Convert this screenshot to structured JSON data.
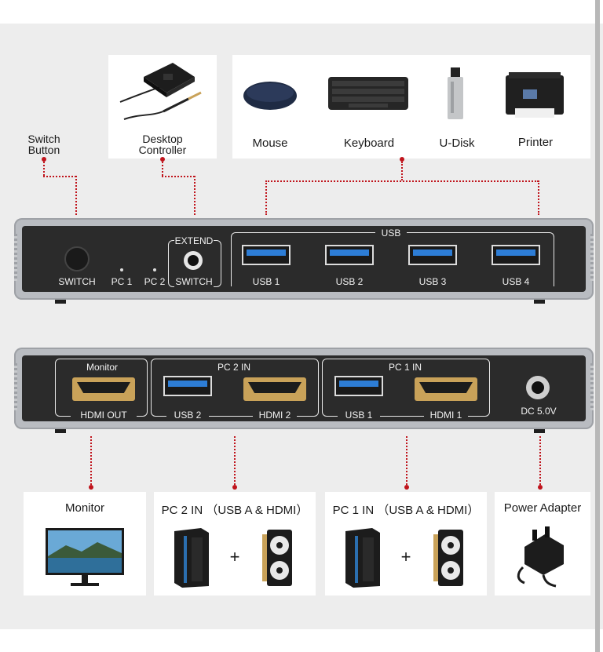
{
  "top_callouts": {
    "switch_button": "Switch\nButton",
    "desktop_controller": "Desktop\nController"
  },
  "peripherals": [
    "Mouse",
    "Keyboard",
    "U-Disk",
    "Printer"
  ],
  "front_panel": {
    "switch_label": "SWITCH",
    "pc1": "PC 1",
    "pc2": "PC 2",
    "extend": "EXTEND",
    "extend_switch": "SWITCH",
    "usb_group": "USB",
    "usb_ports": [
      "USB 1",
      "USB 2",
      "USB 3",
      "USB 4"
    ]
  },
  "rear_panel": {
    "monitor_label": "Monitor",
    "hdmi_out": "HDMI OUT",
    "pc2_in": "PC 2 IN",
    "pc2_usb": "USB 2",
    "pc2_hdmi": "HDMI 2",
    "pc1_in": "PC 1 IN",
    "pc1_usb": "USB 1",
    "pc1_hdmi": "HDMI 1",
    "dc": "DC 5.0V"
  },
  "bottom_cards": {
    "monitor": "Monitor",
    "pc2": "PC 2 IN （USB A & HDMI）",
    "pc1": "PC 1 IN （USB A & HDMI）",
    "power": "Power Adapter",
    "plus": "+"
  },
  "colors": {
    "accent": "#c0141c",
    "panel": "#2b2b2b",
    "usb_blue": "#2d7dd6",
    "hdmi_gold": "#c9a259"
  }
}
